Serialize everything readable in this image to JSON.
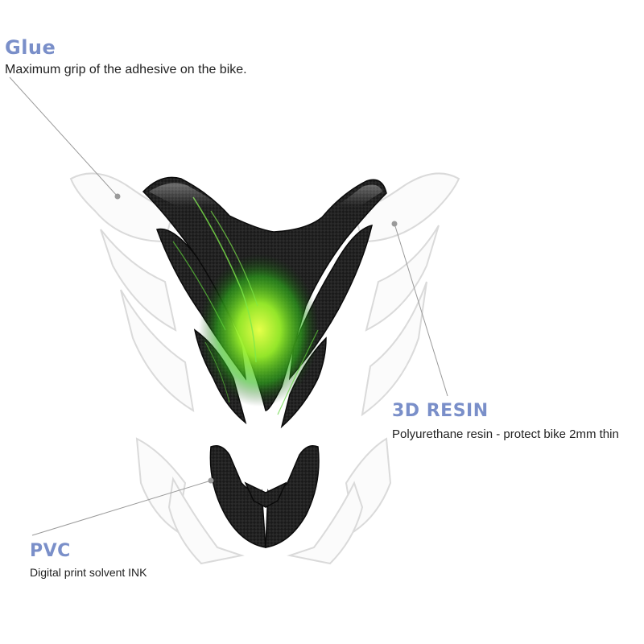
{
  "callouts": {
    "glue": {
      "title": "Glue",
      "description": "Maximum grip of the adhesive on the bike."
    },
    "resin": {
      "title": "3D RESIN",
      "description": "Polyurethane resin - protect bike 2mm thin"
    },
    "pvc": {
      "title": "PVC",
      "description": "Digital print solvent INK"
    }
  },
  "colors": {
    "title_accent": "#7a8fc9",
    "carbon": "#1c1c1c",
    "flame_green": "#3bd11f",
    "ghost_outline": "#d8d8d8"
  }
}
